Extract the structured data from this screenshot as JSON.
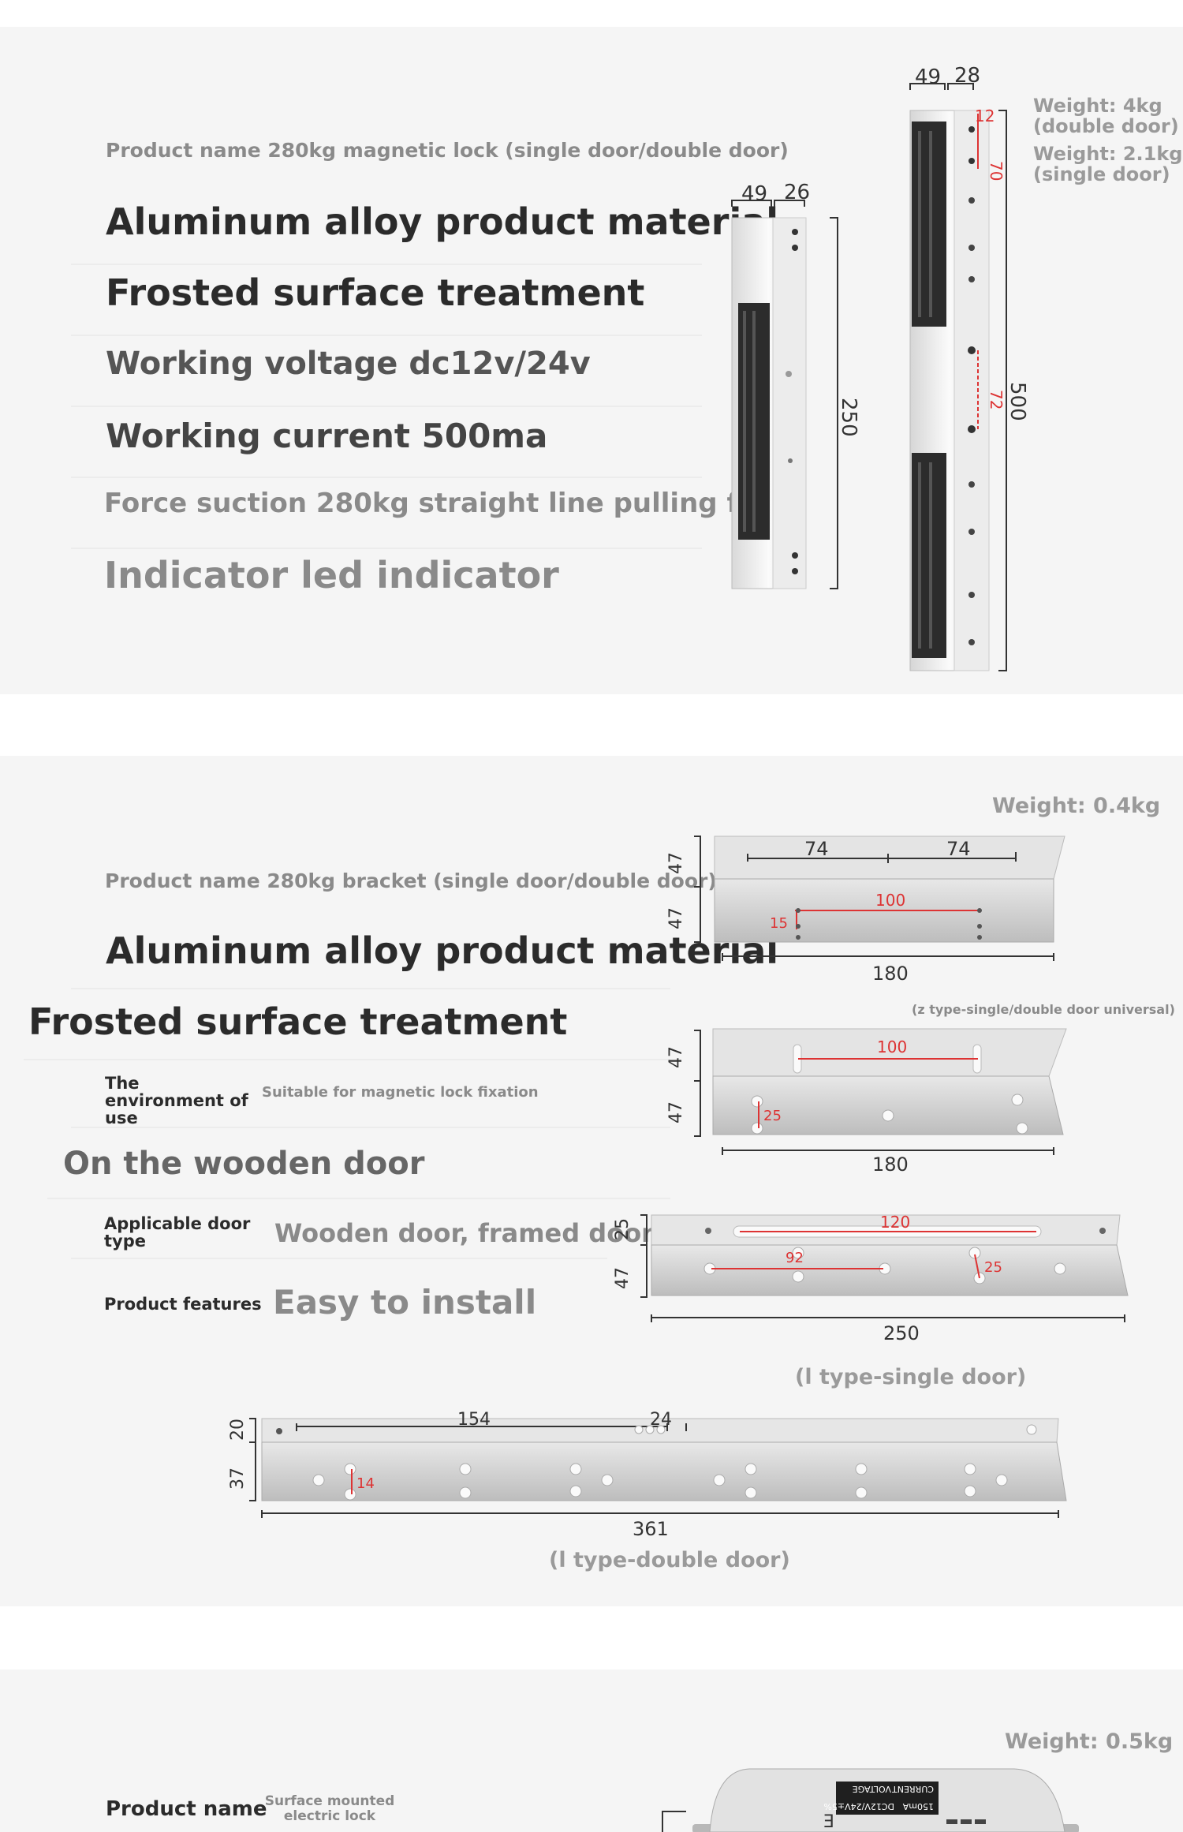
{
  "section1": {
    "product_name": "Product name 280kg magnetic lock (single door/double door)",
    "material": "Aluminum alloy product material",
    "surface": "Frosted surface treatment",
    "voltage": "Working voltage dc12v/24v",
    "current": "Working current 500ma",
    "force": "Force suction 280kg straight line pulling force",
    "indicator": "Indicator led indicator",
    "weight_double": "Weight: 4kg",
    "weight_double_note": "(double door)",
    "weight_single": "Weight: 2.1kg",
    "weight_single_note": "(single door)",
    "dims": {
      "single_w": "49",
      "single_d": "26",
      "single_h": "250",
      "double_w": "49",
      "double_d": "28",
      "double_h": "500",
      "red_12": "12",
      "red_70": "70",
      "red_72": "72"
    }
  },
  "section2": {
    "weight": "Weight: 0.4kg",
    "product_name": "Product name 280kg bracket (single door/double door)",
    "material": "Aluminum alloy product material",
    "surface": "Frosted surface treatment",
    "env_label": "The environment of use",
    "env_value": "Suitable for magnetic lock fixation",
    "wooden": "On the wooden door",
    "door_label": "Applicable door type",
    "door_value": "Wooden door, framed door",
    "feat_label": "Product features",
    "feat_value": "Easy to install",
    "bracket1": {
      "h1": "47",
      "h2": "47",
      "a": "74",
      "b": "74",
      "red_100": "100",
      "red_15": "15",
      "len": "180"
    },
    "universal_note": "(z type-single/double door universal)",
    "bracket2": {
      "h1": "47",
      "h2": "47",
      "red_100": "100",
      "red_25": "25",
      "len": "180"
    },
    "bracket3": {
      "h1": "25",
      "h2": "47",
      "red_120": "120",
      "red_92": "92",
      "red_25": "25",
      "len": "250",
      "caption": "(l type-single door)"
    },
    "bracket4": {
      "h1": "20",
      "h2": "37",
      "a": "154",
      "b": "24",
      "red_14": "14",
      "len": "361",
      "caption": "(l type-double door)"
    }
  },
  "section3": {
    "weight": "Weight: 0.5kg",
    "product_name_label": "Product name",
    "product_name_value": "Surface mounted electric lock",
    "label_voltage": "VOLTAGE",
    "label_current": "CURRENT",
    "value_voltage": "DC12V/24V±5%",
    "value_current": "150mA"
  }
}
